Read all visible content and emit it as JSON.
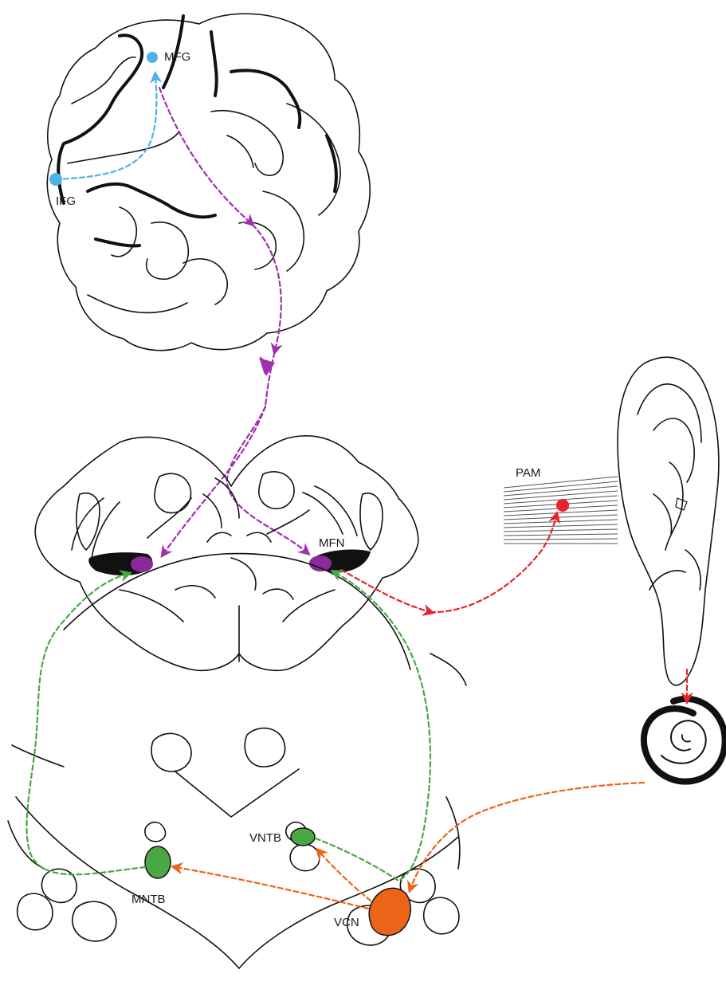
{
  "labels": {
    "mfg": "MFG",
    "ifg": "IFG",
    "pam": "PAM",
    "mfn": "MFN",
    "vntb": "VNTB",
    "mntb": "MNTB",
    "vcn": "VCN"
  },
  "colors": {
    "cortical": "#4db3e6",
    "descending": "#a030b0",
    "motor": "#e8232a",
    "auditory": "#ec6418",
    "brainstem": "#4aa843",
    "mfn_nucleus": "#8a2a9a",
    "outline": "#111111"
  },
  "icons": {
    "brain": "brain-hemisphere-icon",
    "ear": "ear-icon",
    "cochlea": "cochlea-spiral-icon"
  }
}
